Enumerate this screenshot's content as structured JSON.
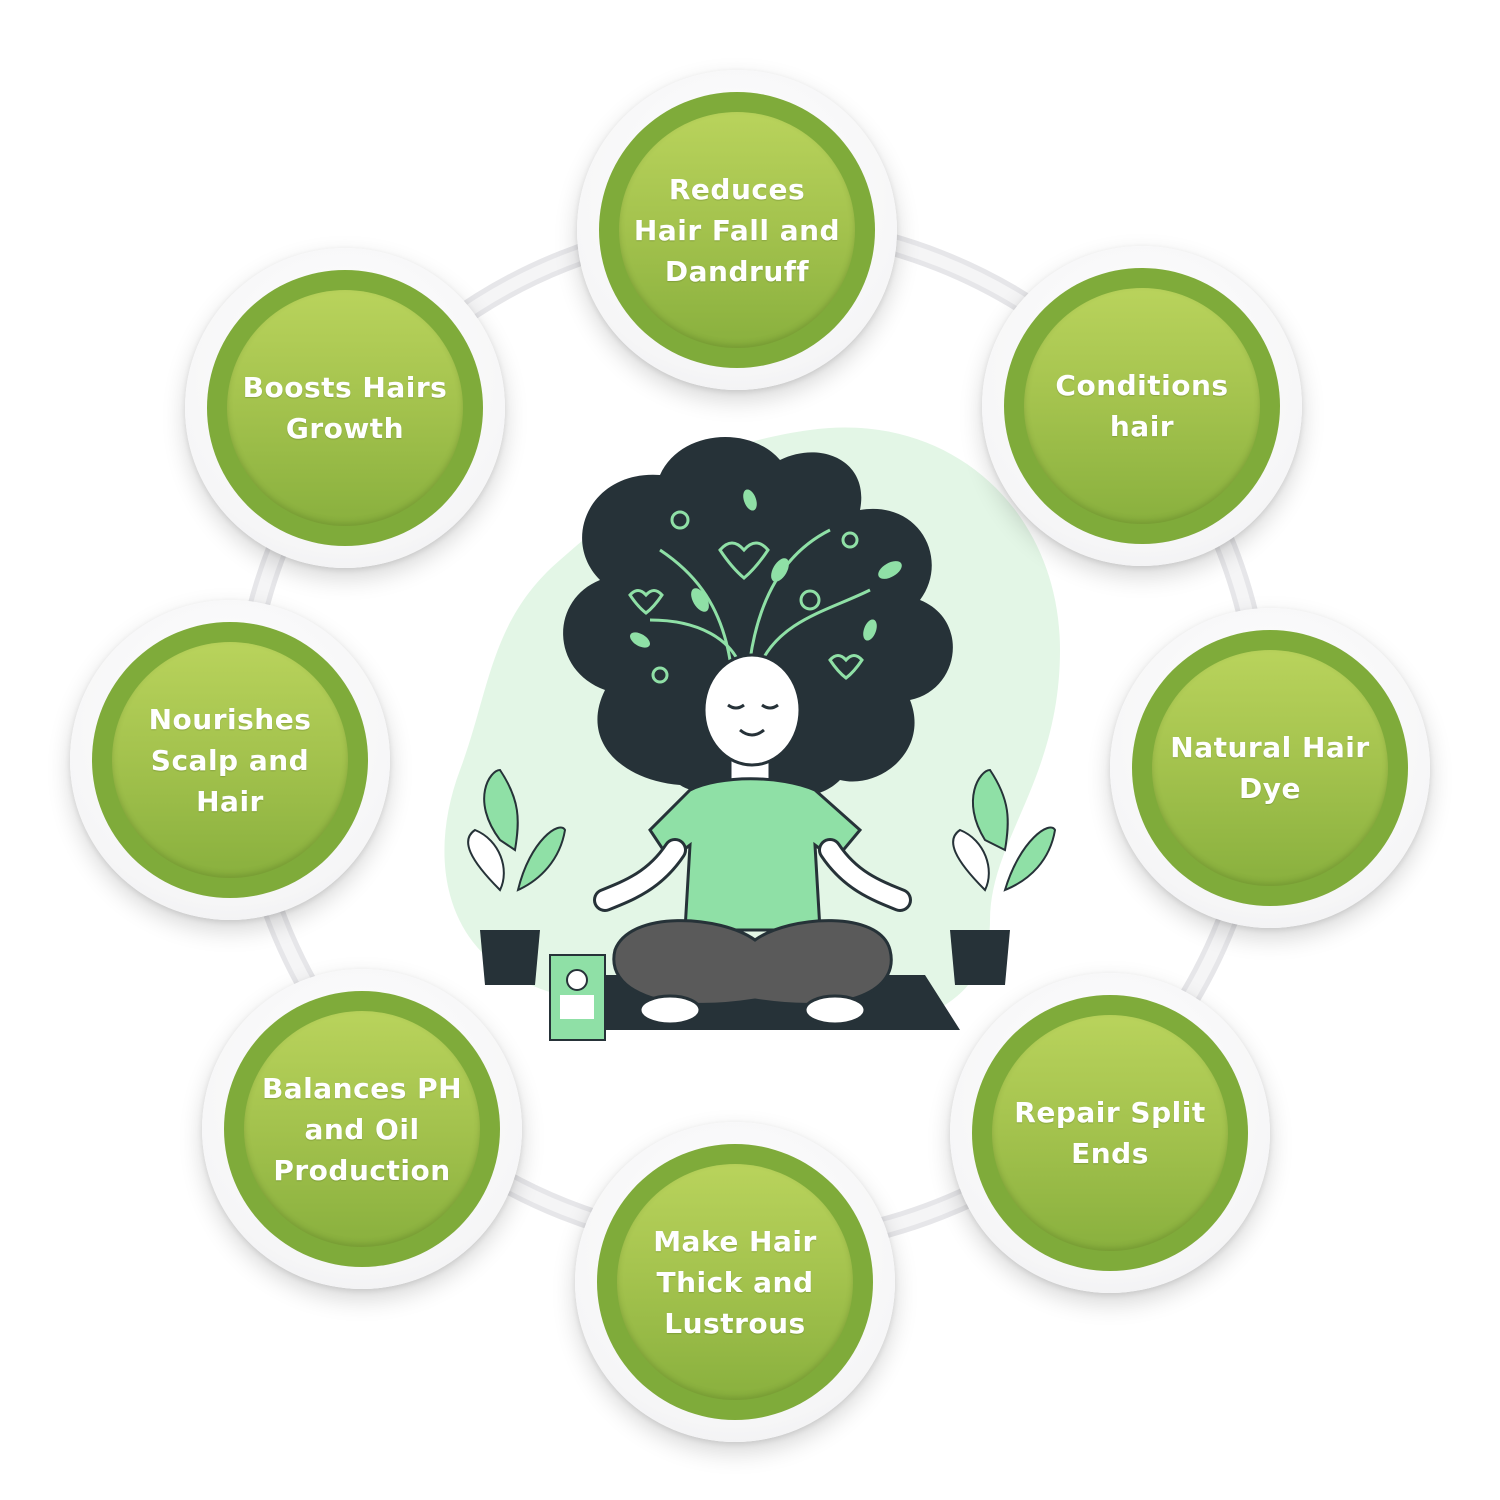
{
  "benefits": [
    {
      "label": "Reduces\nHair Fall and\nDandruff"
    },
    {
      "label": "Conditions\nhair"
    },
    {
      "label": "Natural Hair\nDye"
    },
    {
      "label": "Repair Split\nEnds"
    },
    {
      "label": "Make Hair\nThick and\nLustrous"
    },
    {
      "label": "Balances PH\nand Oil\nProduction"
    },
    {
      "label": "Nourishes\nScalp and\nHair"
    },
    {
      "label": "Boosts Hairs\nGrowth"
    }
  ],
  "colors": {
    "badge_ring": "#7fab3a",
    "badge_fill_top": "#b9d35c",
    "badge_fill_bottom": "#89b03e",
    "hair": "#263238",
    "shirt": "#8fe0a6",
    "blob": "#e3f6e6",
    "pants": "#5a5a5a"
  }
}
